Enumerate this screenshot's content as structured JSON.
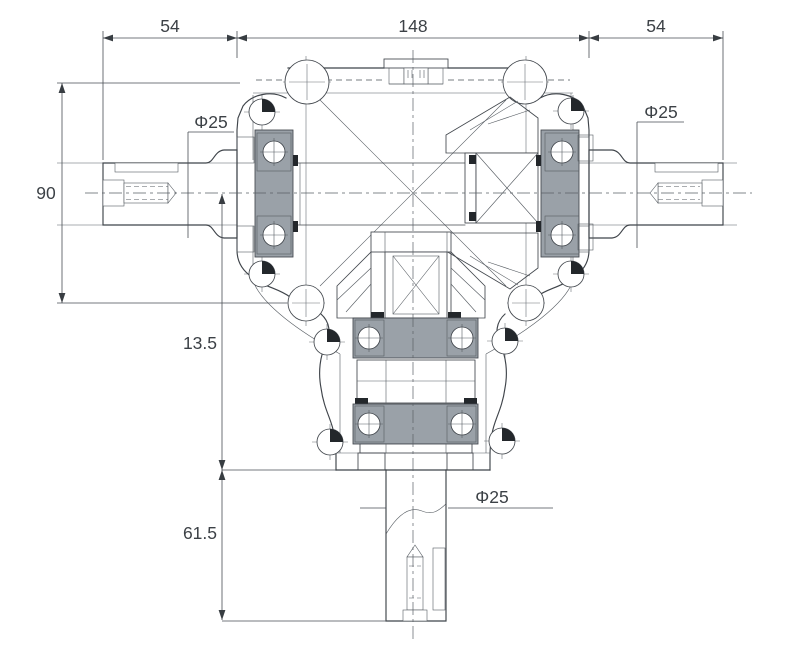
{
  "drawing": {
    "dimensions": {
      "top_left": "54",
      "top_center": "148",
      "top_right": "54",
      "height_left": "90",
      "offset_mid": "13.5",
      "bottom_shaft_length": "61.5",
      "dia_left": "Φ25",
      "dia_right": "Φ25",
      "dia_bottom": "Φ25"
    },
    "colors": {
      "ink": "#3f444a",
      "bearing_gray": "#9aa1a8",
      "hatch": "#4b5157",
      "background": "#ffffff"
    }
  }
}
